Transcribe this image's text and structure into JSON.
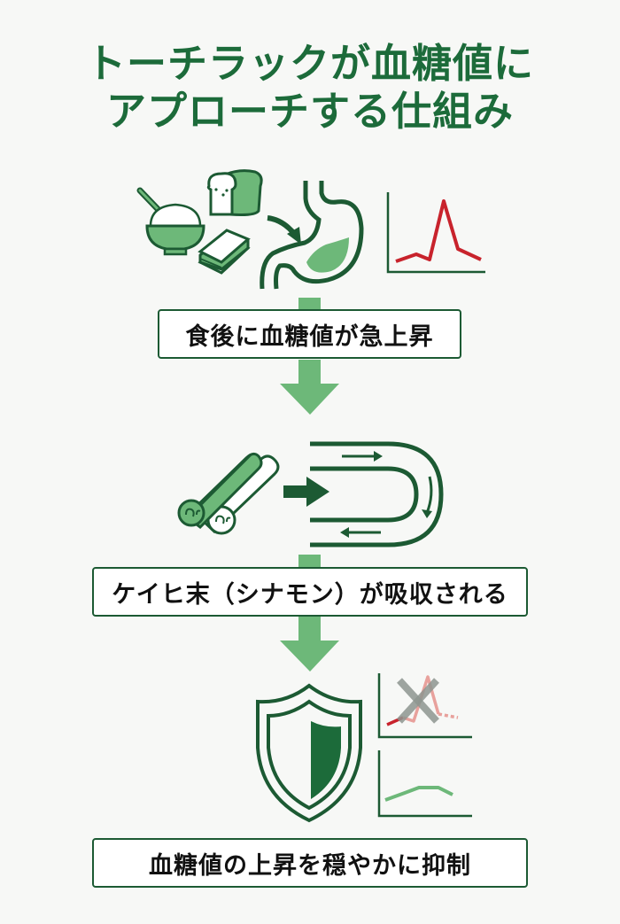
{
  "title": {
    "line1": "トーチラックが血糖値に",
    "line2": "アプローチする仕組み"
  },
  "steps": [
    {
      "label": "食後に血糖値が急上昇",
      "icons": [
        "rice-bowl-icon",
        "bread-icon",
        "sandwich-icon",
        "stomach-icon",
        "blood-sugar-spike-chart"
      ]
    },
    {
      "label": "ケイヒ末（シナモン）が吸収される",
      "icons": [
        "cinnamon-sticks-icon",
        "absorption-flow-icon"
      ]
    },
    {
      "label": "血糖値の上昇を穏やかに抑制",
      "icons": [
        "shield-icon",
        "crossed-spike-chart",
        "gentle-curve-chart"
      ]
    }
  ],
  "colors": {
    "title_green": "#1c6b3a",
    "dark_green": "#1c5a33",
    "light_green": "#6db879",
    "spike_red": "#c8232c",
    "cross_gray": "#8e9690"
  },
  "chart_data": [
    {
      "type": "line",
      "title": "",
      "description": "Blood sugar spike after meal",
      "x": [
        0,
        1,
        2,
        3,
        4,
        5
      ],
      "values": [
        2,
        3,
        2.5,
        8,
        3.2,
        2.3
      ],
      "color": "#c8232c",
      "xlabel": "",
      "ylabel": ""
    },
    {
      "type": "line",
      "title": "",
      "description": "Spike crossed out (suppressed)",
      "x": [
        0,
        1,
        2,
        3,
        4,
        5
      ],
      "values": [
        1,
        2,
        2,
        7,
        2.3,
        2.1
      ],
      "color": "#e8a19c",
      "annotation": "X mark over spike"
    },
    {
      "type": "line",
      "title": "",
      "description": "Gentle rise of blood sugar",
      "x": [
        0,
        1,
        2,
        3,
        4
      ],
      "values": [
        1,
        2,
        3,
        3,
        2.2
      ],
      "color": "#6db879"
    }
  ]
}
